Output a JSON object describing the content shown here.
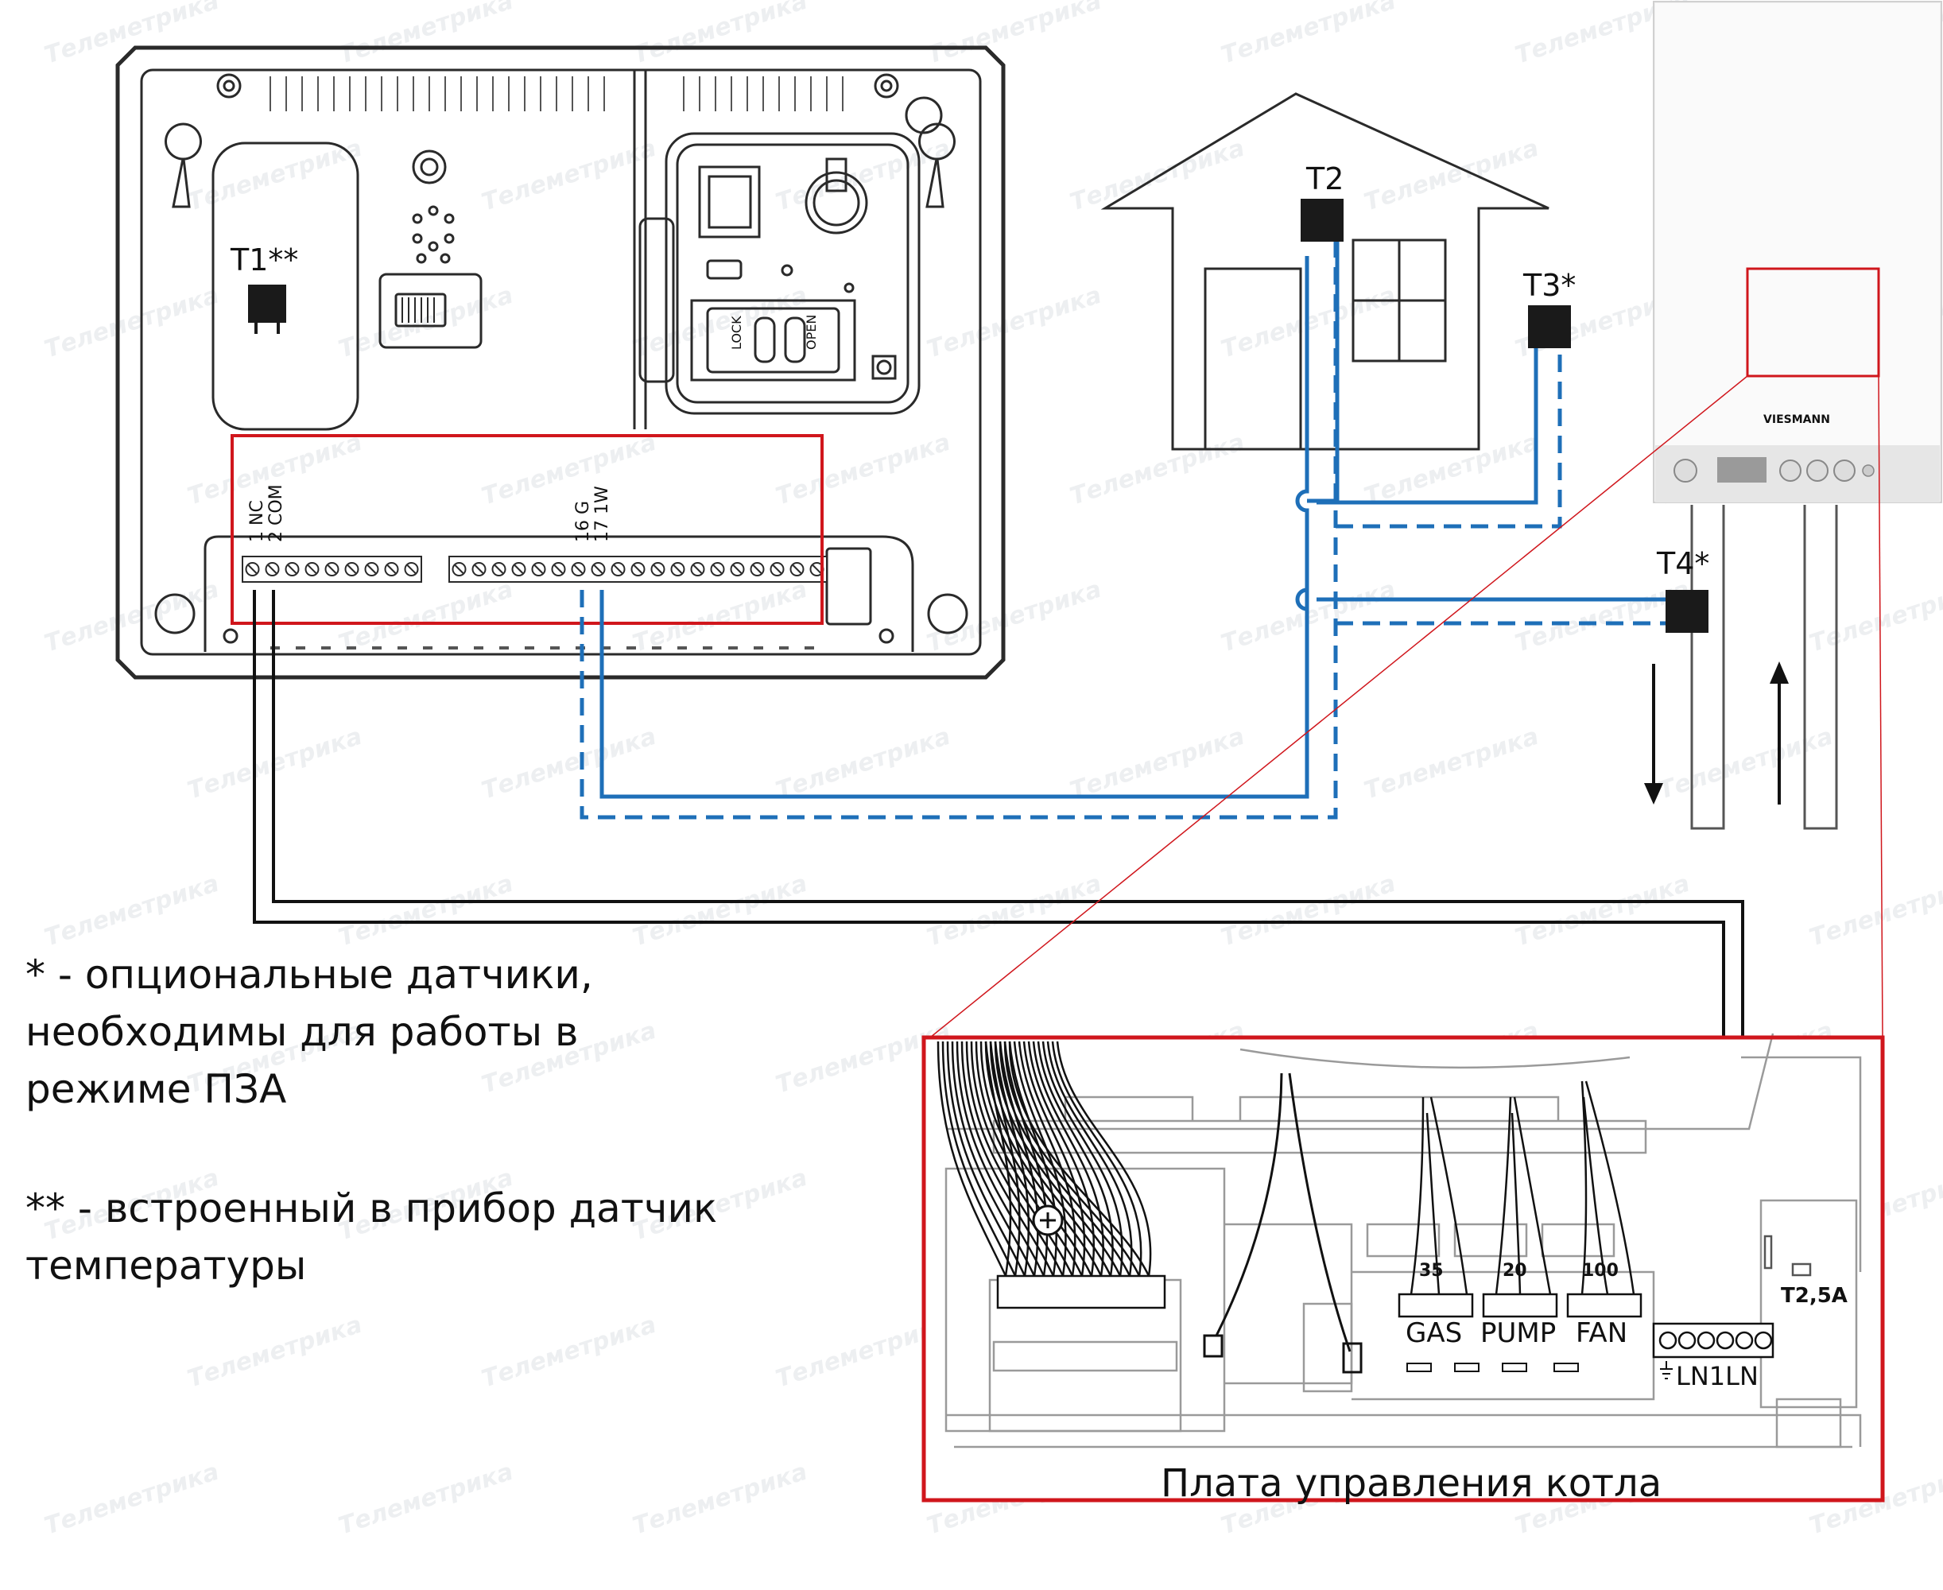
{
  "sensors": {
    "t1": "T1**",
    "t2": "T2",
    "t3": "T3*",
    "t4": "T4*"
  },
  "terminals": {
    "nc": "1 NC",
    "com": "2 COM",
    "g": "16 G",
    "w": "17 1W"
  },
  "sim_labels": {
    "lock": "LOCK",
    "open": "OPEN"
  },
  "boiler": {
    "brand": "VIESMANN"
  },
  "board": {
    "gas_num": "35",
    "pump_num": "20",
    "fan_num": "100",
    "gas": "GAS",
    "pump": "PUMP",
    "fan": "FAN",
    "terminal_labels": "LN1LN",
    "fuse": "T2,5A",
    "caption": "Плата управления котла"
  },
  "notes": {
    "optional_line1": "* - опциональные датчики,",
    "optional_line2": "необходимы для работы в",
    "optional_line3": "режиме ПЗА",
    "builtin_line1": "** - встроенный в прибор датчик",
    "builtin_line2": "температуры"
  },
  "watermark": "Телеметрика",
  "colors": {
    "wire_blue": "#1e6fb8",
    "highlight_red": "#d0161c",
    "outline": "#2a2a2a"
  }
}
